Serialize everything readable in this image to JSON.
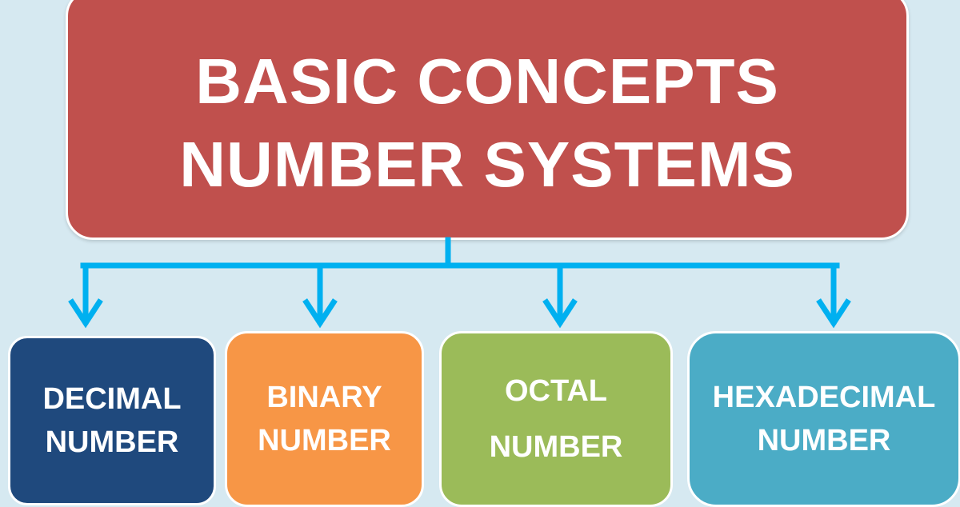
{
  "title": {
    "line1": "BASIC CONCEPTS",
    "line2": "NUMBER SYSTEMS"
  },
  "colors": {
    "background": "#d6e9f1",
    "title_box": "#c0504d",
    "connector": "#00b0f0",
    "decimal": "#1f497d",
    "binary": "#f79646",
    "octal": "#9bbb59",
    "hexadecimal": "#4bacc6"
  },
  "nodes": [
    {
      "line1": "DECIMAL",
      "line2": "NUMBER"
    },
    {
      "line1": "BINARY",
      "line2": "NUMBER"
    },
    {
      "line1": "OCTAL",
      "line2": "NUMBER"
    },
    {
      "line1": "HEXADECIMAL",
      "line2": "NUMBER"
    }
  ],
  "edges": [
    {
      "from": "title",
      "to": "DECIMAL NUMBER"
    },
    {
      "from": "title",
      "to": "BINARY NUMBER"
    },
    {
      "from": "title",
      "to": "OCTAL NUMBER"
    },
    {
      "from": "title",
      "to": "HEXADECIMAL NUMBER"
    }
  ]
}
